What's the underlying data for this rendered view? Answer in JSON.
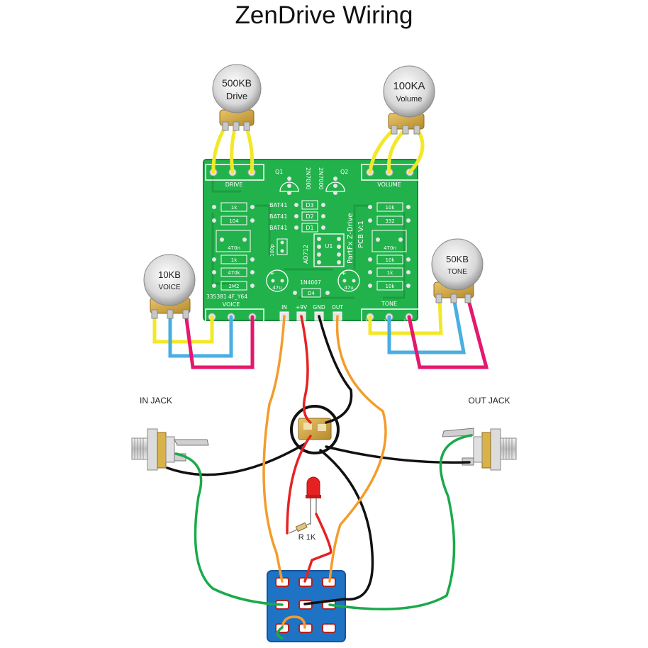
{
  "title": "ZenDrive Wiring",
  "pots": {
    "drive": {
      "value": "500KB",
      "name": "Drive"
    },
    "volume": {
      "value": "100KA",
      "name": "Volume"
    },
    "voice": {
      "value": "10KB",
      "name": "VOICE"
    },
    "tone": {
      "value": "50KB",
      "name": "TONE"
    }
  },
  "pcb": {
    "label_drive": "DRIVE",
    "label_volume": "VOLUME",
    "label_voice": "VOICE",
    "label_tone": "TONE",
    "q1": "Q1",
    "q2": "Q2",
    "transistor1": "2N7000",
    "transistor2": "2N7000",
    "bat1": "BAT41",
    "bat2": "BAT41",
    "bat3": "BAT41",
    "d3": "D3",
    "d2": "D2",
    "d1": "D1",
    "d4": "D4",
    "diode_1n4007": "1N4007",
    "u1": "U1",
    "opamp": "AD712",
    "cap_100p": "100p",
    "brand": "PartFx Z-Drive",
    "version": "PCB V:1",
    "serial": "335381 4F_Y64",
    "cap_47u_left": "47u",
    "cap_47u_right": "47u",
    "res_left": [
      "1k",
      "104",
      "470n",
      "1k",
      "470k",
      "2M2"
    ],
    "res_right": [
      "10k",
      "332",
      "470n",
      "10k",
      "1k",
      "10k"
    ],
    "pad_in": "IN",
    "pad_9v": "+9V",
    "pad_gnd": "GND",
    "pad_out": "OUT",
    "pin3": "3",
    "pin2": "2",
    "pin1": "1"
  },
  "jacks": {
    "in": "IN JACK",
    "out": "OUT JACK"
  },
  "resistor_label": "R 1K",
  "colors": {
    "pcb_green": "#22b24c",
    "wire_yellow": "#f2e829",
    "wire_blue": "#4aaee3",
    "wire_pink": "#e4186f",
    "wire_orange": "#f39c2c",
    "wire_red": "#e52222",
    "wire_black": "#111111",
    "wire_green": "#1aaa4a",
    "switch_blue": "#1f73c4"
  }
}
